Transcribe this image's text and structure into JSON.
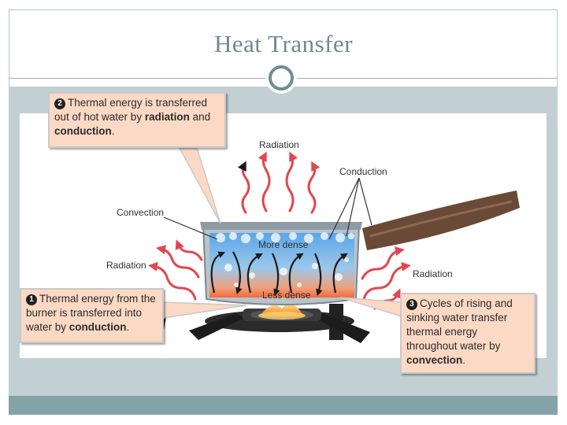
{
  "slide": {
    "title": "Heat Transfer"
  },
  "labels": {
    "radiation_top": "Radiation",
    "conduction": "Conduction",
    "convection": "Convection",
    "radiation_left": "Radiation",
    "radiation_right": "Radiation",
    "more_dense": "More dense",
    "less_dense": "Less dense"
  },
  "callouts": {
    "c2": {
      "number": "2",
      "text_a": "Thermal energy is transferred out of hot water by ",
      "bold_a": "radiation",
      "text_b": " and ",
      "bold_b": "conduction",
      "text_c": "."
    },
    "c1": {
      "number": "1",
      "text_a": "Thermal energy from the burner is transferred into water by ",
      "bold_a": "conduction",
      "text_b": "."
    },
    "c3": {
      "number": "3",
      "text_a": "Cycles of rising and sinking water transfer thermal energy throughout water by ",
      "bold_a": "convection",
      "text_b": "."
    }
  },
  "colors": {
    "heat_arrow": "#e4454e",
    "water": "#6fb2e6",
    "callout_bg": "#fbd9c4",
    "title": "#6e8a93"
  }
}
